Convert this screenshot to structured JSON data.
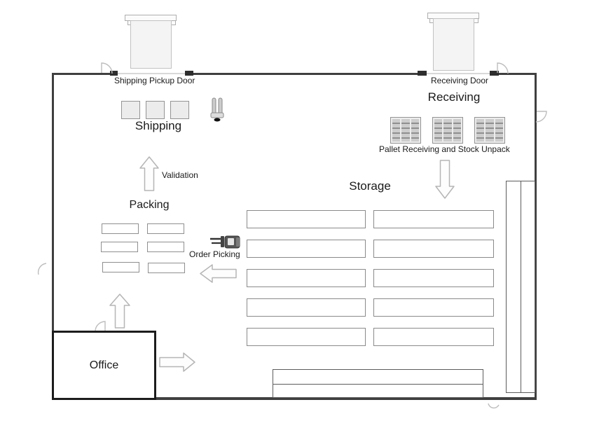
{
  "areas": {
    "shipping": {
      "label": "Shipping"
    },
    "receiving": {
      "label": "Receiving"
    },
    "packing": {
      "label": "Packing"
    },
    "storage": {
      "label": "Storage"
    },
    "office": {
      "label": "Office"
    }
  },
  "doors": {
    "shipping_pickup": {
      "label": "Shipping Pickup Door"
    },
    "receiving": {
      "label": "Receiving Door"
    }
  },
  "annotations": {
    "pallet_receiving": {
      "label": "Pallet Receiving and Stock Unpack"
    },
    "validation": {
      "label": "Validation"
    },
    "order_picking": {
      "label": "Order Picking"
    }
  },
  "equipment": {
    "shipping_pallets": 3,
    "receiving_pallets": 3,
    "packing_tables": 6,
    "storage_shelves_left_column": 5,
    "storage_shelves_right_column": 5,
    "right_wall_rack_bays": 2,
    "bottom_wall_rack_bays": 2,
    "icons": [
      "pallet-jack-icon",
      "forklift-icon"
    ]
  },
  "flows": [
    {
      "name": "validation",
      "direction": "up"
    },
    {
      "name": "receiving-to-storage",
      "direction": "down"
    },
    {
      "name": "order-picking",
      "direction": "left"
    },
    {
      "name": "office-to-packing",
      "direction": "up"
    },
    {
      "name": "office-exit",
      "direction": "right"
    }
  ],
  "colors": {
    "wall": "#3f3f3f",
    "shelf_line": "#8a8a8a",
    "arrow_outline": "#b5b5b5",
    "pallet_fill": "#c3c3c3",
    "office_border": "#1c1c1c",
    "dock_fill": "#f4f4f4",
    "text": "#1a1a1a"
  }
}
